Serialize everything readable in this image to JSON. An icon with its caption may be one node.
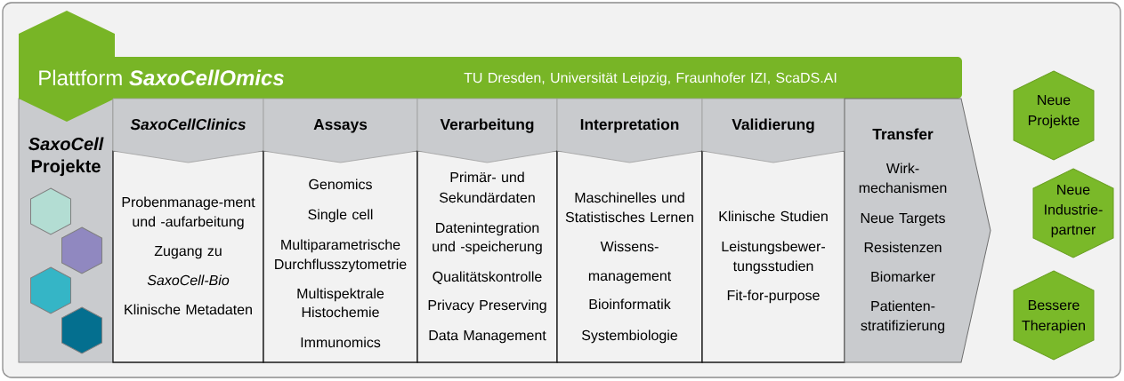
{
  "diagram": {
    "nodes": [
      {
        "text": [
          "Plattform **SaxoCellOmics**",
          "TU Dresden, Universität Leipzig, Fraunhofer IZI, ScaDS.AI"
        ]
      },
      {
        "text": [
          "*SaxoCell* Projekte"
        ]
      },
      {
        "text": [],
        "shape": "hexagon",
        "in": 1
      },
      {
        "text": [],
        "shape": "hexagon",
        "in": 1
      },
      {
        "text": [],
        "shape": "hexagon",
        "in": 1
      },
      {
        "text": [],
        "shape": "hexagon",
        "in": 1
      },
      {
        "text": [
          "SaxoCellClinics",
          "Probenmanage-ment und -aufarbeitung",
          "Zugang zu *SaxoCell-Bio*",
          "Klinische Metadaten"
        ]
      },
      {
        "text": [
          "Assays",
          "Genomics",
          "Single cell",
          "Multiparametrische Durchflusszytometrie",
          "Multispektrale Histochemie",
          "Immunomics"
        ]
      },
      {
        "text": [
          "Verarbeitung",
          "Primär- und Sekundärdaten",
          "Datenintegration und -speicherung",
          "Qualitätskontrolle",
          "Privacy Preserving",
          "Data Management"
        ]
      },
      {
        "text": [
          "Interpretation",
          "Maschinelles und Statistisches Lernen",
          "Wissens- management",
          "Bioinformatik",
          "Systembiologie"
        ]
      },
      {
        "text": [
          "Validierung",
          "Klinische Studien",
          "Leistungsbewer- tungsstudien",
          "Fit-for-purpose"
        ]
      },
      {
        "text": [
          "Transfer",
          "Wirk- mechanismen",
          "Neue Targets",
          "Resistenzen",
          "Biomarker",
          "Patienten- stratifizierung"
        ]
      },
      {
        "text": [
          "Neue Projekte"
        ]
      },
      {
        "text": [
          "Neue Industrie- partner"
        ]
      },
      {
        "text": [
          "Bessere Therapien"
        ]
      }
    ]
  }
}
